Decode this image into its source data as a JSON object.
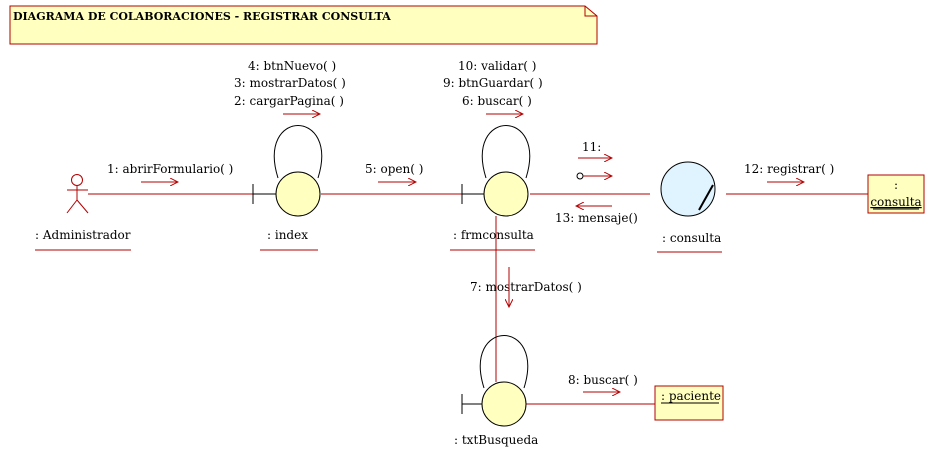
{
  "title": "DIAGRAMA DE COLABORACIONES - REGISTRAR CONSULTA",
  "colors": {
    "note_fill": "#ffffc0",
    "note_border": "#b30000",
    "object_fill": "#ffffc0",
    "entity_fill": "#e0f4ff",
    "line": "#b30000",
    "stroke": "#000000"
  },
  "actor": {
    "label": ": Administrador"
  },
  "objects": {
    "index": ": index",
    "frmconsulta": ": frmconsulta",
    "consulta_entity": ": consulta",
    "txtbusqueda": ": txtBusqueda",
    "consulta_box_line1": ":",
    "consulta_box_line2": "consulta",
    "paciente_box": ": paciente"
  },
  "messages": {
    "m1": "1: abrirFormulario( )",
    "m2": "2: cargarPagina( )",
    "m3": "3: mostrarDatos( )",
    "m4": "4: btnNuevo( )",
    "m5": "5: open( )",
    "m6": "6: buscar( )",
    "m7": "7: mostrarDatos( )",
    "m8": "8: buscar( )",
    "m9": "9: btnGuardar( )",
    "m10": "10: validar( )",
    "m11": "11:",
    "m12": "12: registrar( )",
    "m13": "13: mensaje()"
  }
}
